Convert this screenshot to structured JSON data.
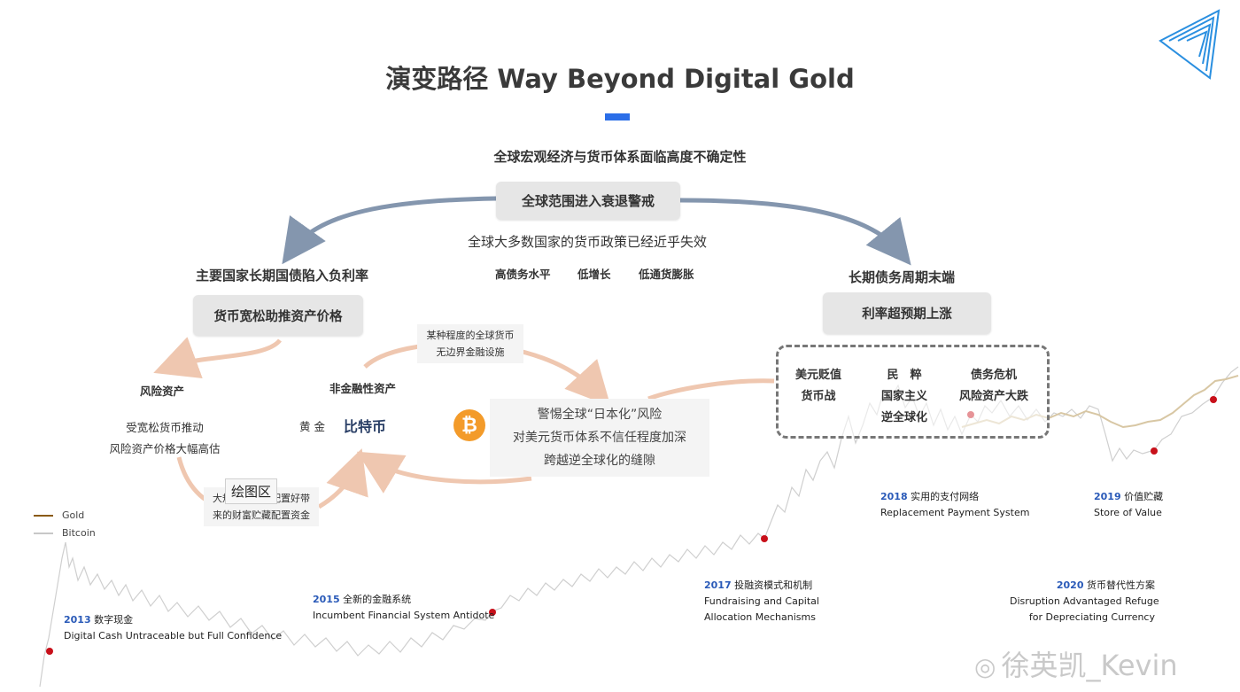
{
  "title": "演变路径 Way Beyond Digital Gold",
  "top": {
    "uncertainty": "全球宏观经济与货币体系面临高度不确定性",
    "recession_box": "全球范围进入衰退警戒",
    "policy_failure": "全球大多数国家的货币政策已经近乎失效",
    "conditions": [
      "高债务水平",
      "低增长",
      "低通货膨胀"
    ]
  },
  "left": {
    "heading": "主要国家长期国债陷入负利率",
    "box": "货币宽松助推资产价格",
    "risk_assets": "风险资产",
    "risk_desc_1": "受宽松货币推动",
    "risk_desc_2": "风险资产价格大幅高估",
    "non_financial": "非金融性资产",
    "gold": "黄 金",
    "bitcoin": "比特币",
    "bottom_box_1": "大规模的资产配置好带",
    "bottom_box_2": "来的财富贮藏配置资金",
    "infra_box_1": "某种程度的全球货币",
    "infra_box_2": "无边界金融设施"
  },
  "center": {
    "warn_1": "警惕全球“日本化”风险",
    "warn_2": "对美元货币体系不信任程度加深",
    "warn_3": "跨越逆全球化的缝隙",
    "btc_symbol": "₿"
  },
  "right": {
    "heading": "长期债务周期末端",
    "box": "利率超预期上涨",
    "dashed": {
      "col1": [
        "美元贬值",
        "货币战"
      ],
      "col2": [
        "民　粹",
        "国家主义",
        "逆全球化"
      ],
      "col3": [
        "债务危机",
        "风险资产大跌"
      ]
    }
  },
  "tooltip": "绘图区",
  "legend": [
    {
      "label": "Gold",
      "color": "#8a5a12"
    },
    {
      "label": "Bitcoin",
      "color": "#c8c8c8"
    }
  ],
  "events": [
    {
      "year": "2013",
      "cn": "数字现金",
      "en": [
        "Digital Cash Untraceable but Full Confidence"
      ]
    },
    {
      "year": "2015",
      "cn": "全新的金融系统",
      "en": [
        "Incumbent Financial System Antidote"
      ]
    },
    {
      "year": "2017",
      "cn": "投融资模式和机制",
      "en": [
        "Fundraising and Capital",
        "Allocation Mechanisms"
      ]
    },
    {
      "year": "2018",
      "cn": "实用的支付网络",
      "en": [
        "Replacement Payment System"
      ]
    },
    {
      "year": "2019",
      "cn": "价值贮藏",
      "en": [
        "Store of Value"
      ]
    },
    {
      "year": "2020",
      "cn": "货币替代性方案",
      "en": [
        "Disruption Advantaged Refuge",
        "for Depreciating Currency"
      ]
    }
  ],
  "watermark": "徐英凯_Kevin",
  "colors": {
    "accent_blue": "#2b6ee8",
    "arrow_blue": "#8496ae",
    "arrow_peach": "#efc7b0",
    "marker_red": "#c8101a",
    "btc_orange": "#f39b2a",
    "logo_blue": "#2a8fe0"
  }
}
